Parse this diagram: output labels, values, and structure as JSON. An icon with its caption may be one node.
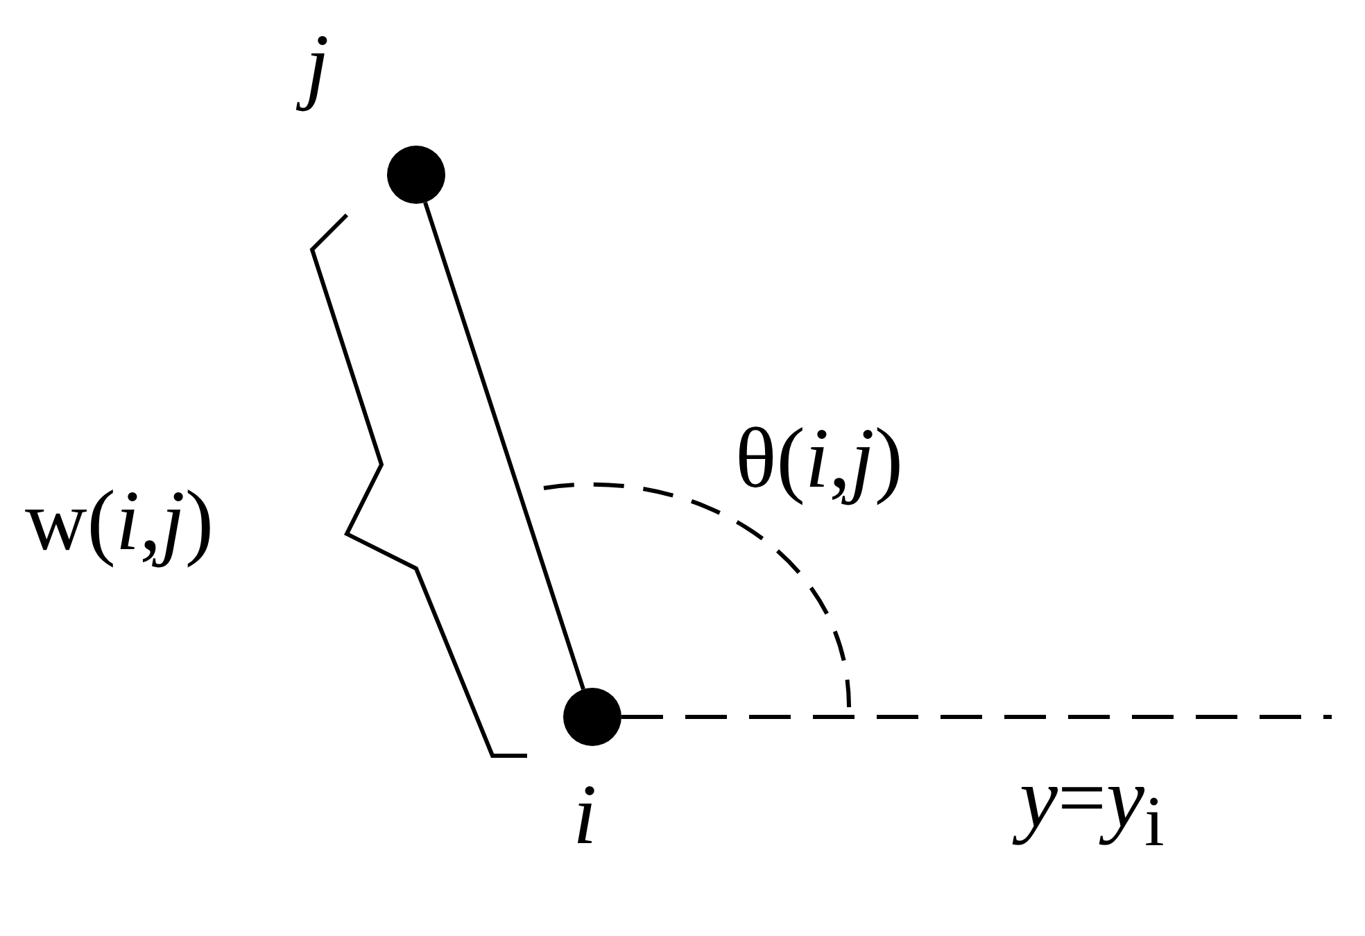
{
  "diagram": {
    "nodes": [
      {
        "text": [],
        "shape": "circle",
        "beside": [
          "j"
        ]
      },
      {
        "text": [],
        "shape": "circle",
        "beside": [
          "i"
        ]
      }
    ],
    "edges": [
      {
        "from": 0,
        "to": 1,
        "arrow": "none"
      },
      {
        "from": 1,
        "to": null,
        "arrow": "none",
        "style": "dashed"
      }
    ],
    "labels": [
      "w(*i*,*j*)",
      "θ(*i*,*j*)",
      "*y*=*y*$_{i}$"
    ]
  }
}
